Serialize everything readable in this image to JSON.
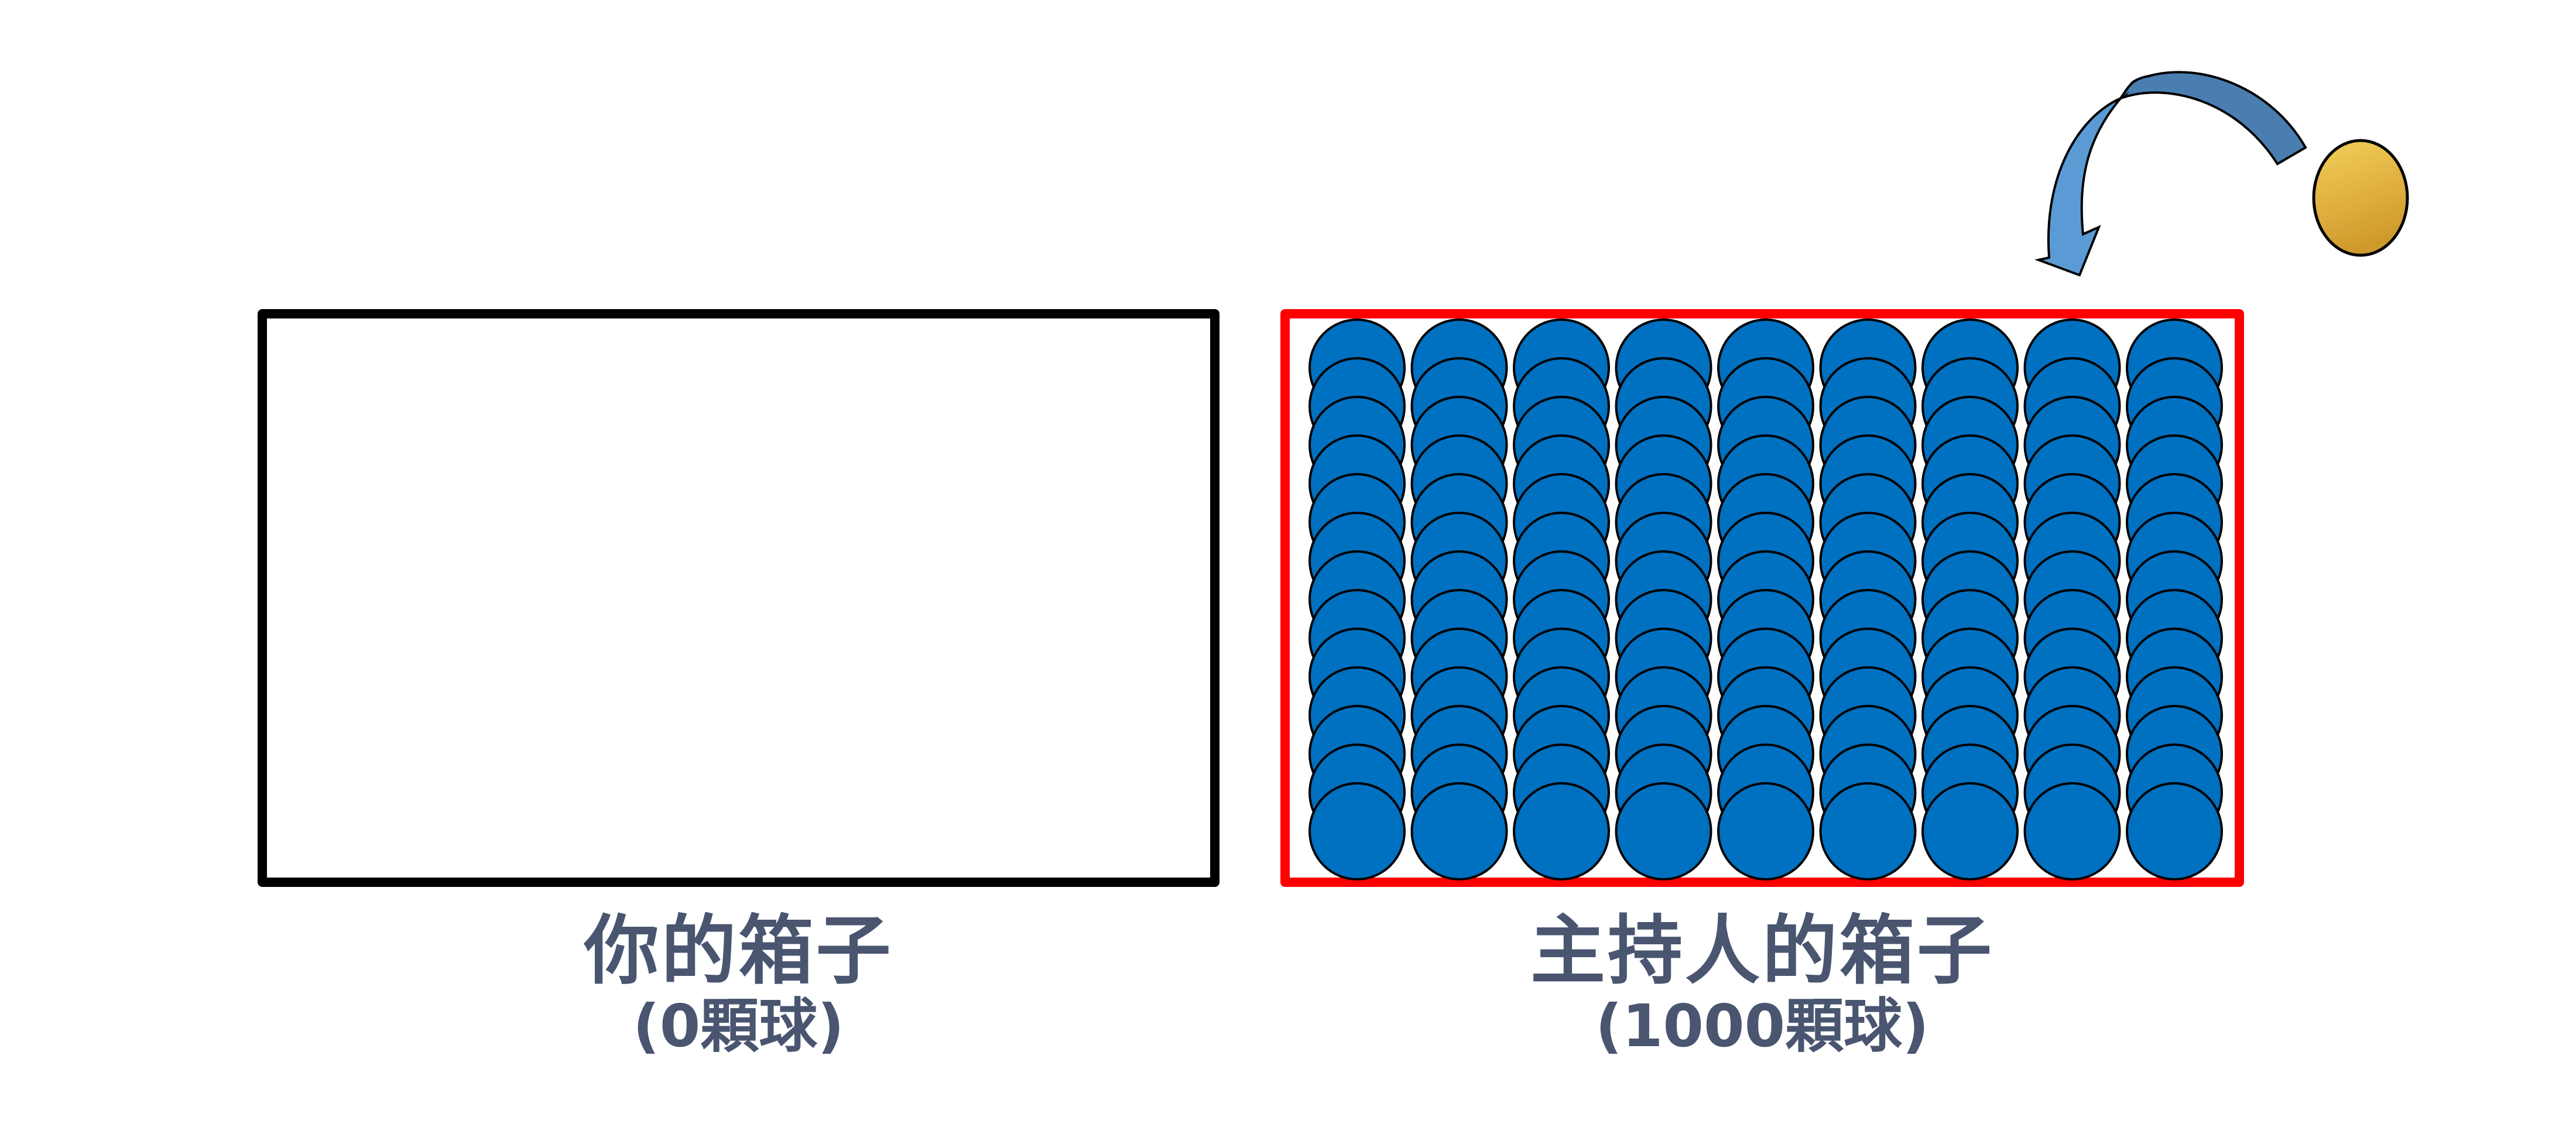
{
  "boxes": {
    "yours": {
      "title": "你的箱子",
      "count_label": "(0顆球)",
      "ball_count": 0,
      "border_color": "#000000"
    },
    "host": {
      "title": "主持人的箱子",
      "count_label": "(1000顆球)",
      "ball_count": 1000,
      "border_color": "#ff0000",
      "visible_columns": 9,
      "visible_rows": 13
    }
  },
  "colors": {
    "ball_fill": "#0070c0",
    "ball_stroke": "#000000",
    "gold_ball_fill": "#e0b040",
    "arrow_fill_light": "#5b9bd5",
    "arrow_fill_dark": "#4a7eb0",
    "label_text": "#4a5570"
  },
  "icons": {
    "gold_ball": "gold-ball-icon",
    "curved_arrow": "curved-arrow-icon"
  }
}
